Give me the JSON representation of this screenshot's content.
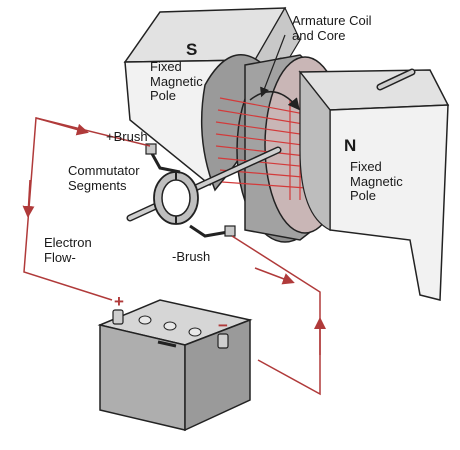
{
  "labels": {
    "armature": "Armature Coil\nand Core",
    "south_pole_letter": "S",
    "north_pole_letter": "N",
    "fixed_pole_left": "Fixed\nMagnetic\nPole",
    "fixed_pole_right": "Fixed\nMagnetic\nPole",
    "plus_brush": "+Brush",
    "commutator": "Commutator\nSegments",
    "minus_brush": "-Brush",
    "electron_flow": "Electron\nFlow-",
    "battery_plus": "+",
    "battery_minus": "−"
  },
  "colors": {
    "circuit": "#b03a3a",
    "coil": "#d33a3a",
    "outline": "#222222",
    "magnet_fill": "#d8d8d8",
    "armature_fill": "#8e8e8e",
    "armature_face": "#c9b6b6",
    "battery_body": "#aeaeae",
    "battery_top": "#d6d6d6"
  }
}
